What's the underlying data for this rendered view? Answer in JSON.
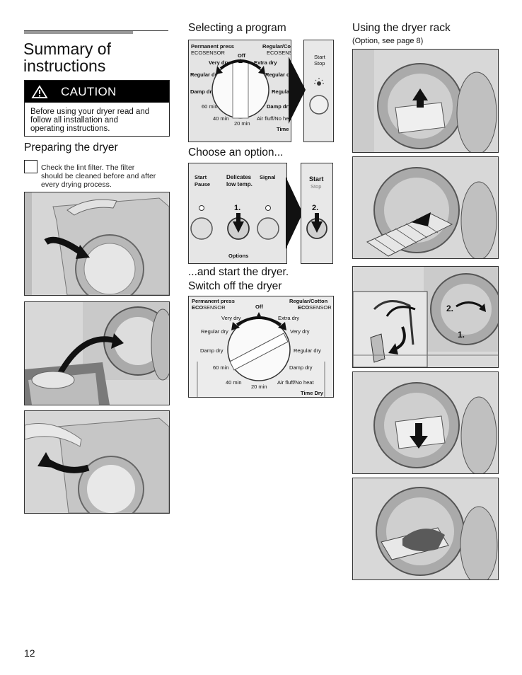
{
  "left": {
    "title_line1": "Summary of",
    "title_line2": "instructions",
    "caution_label": "CAUTION",
    "caution_text_1": "Before using your dryer read and",
    "caution_text_2": "follow all installation and",
    "caution_text_3": "operating instructions.",
    "section_title": "Preparing the dryer",
    "step_text_1": "Check the lint filter. The filter",
    "step_text_2": "should be cleaned before and after",
    "step_text_3": "every drying process."
  },
  "middle": {
    "select_title": "Selecting a program",
    "option_title": "Choose an option...",
    "start_title_1": "...and start the dryer.",
    "start_title_2": "Switch off the dryer",
    "dial_small": {
      "permanent_press": "Permanent press",
      "ecosensor_left": "ECOSENSOR",
      "regular_cotton": "Regular/Cotton",
      "ecosensor_right": "ECOSENSOR",
      "off": "Off",
      "very_dry": "Very dry",
      "extra_dry": "Extra dry",
      "regular_dry_left": "Regular dry",
      "regular_dry_right": "Regular dry",
      "damp_dry_left": "Damp dry",
      "damp_dry_right": "Damp dry",
      "min60": "60 min",
      "min40": "40 min",
      "min20": "20 min",
      "air_fluff": "Air fluff/No heat",
      "time_dry": "Time Dry"
    },
    "start_stop": {
      "start": "Start",
      "stop": "Stop"
    },
    "options_panel": {
      "start": "Start",
      "pause": "Pause",
      "delicates": "Delicates",
      "low_temp": "low temp.",
      "signal": "Signal",
      "step1": "1.",
      "options": "Options"
    },
    "start_panel": {
      "start": "Start",
      "stop": "Stop",
      "step2": "2."
    },
    "dial_large": {
      "permanent_press": "Permanent press",
      "eco_left": "ECO",
      "sensor_left": "SENSOR",
      "regular_cotton": "Regular/Cotton",
      "eco_right": "ECO",
      "sensor_right": "SENSOR",
      "off": "Off",
      "very_dry": "Very dry",
      "extra_dry": "Extra dry",
      "regular_dry_left": "Regular dry",
      "very_dry_right": "Very dry",
      "damp_dry_left": "Damp dry",
      "regular_dry_right": "Regular dry",
      "min60": "60 min",
      "damp_dry_right": "Damp dry",
      "min40": "40 min",
      "min20": "20 min",
      "air_fluff": "Air fluff/No heat",
      "time_dry": "Time Dry"
    }
  },
  "right": {
    "title": "Using the dryer rack",
    "subtitle": "(Option, see page 8)",
    "rack_step1": "1.",
    "rack_step2": "2."
  },
  "page_number": "12"
}
